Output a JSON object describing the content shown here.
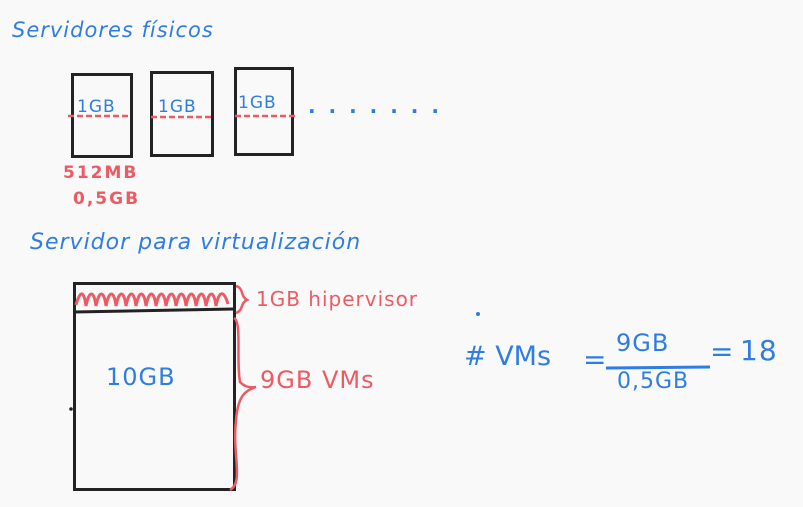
{
  "colors": {
    "ink_blue": "#2f7de1",
    "ink_red": "#ec5b64",
    "ink_black": "#232323",
    "background": "#f9f9f9"
  },
  "physical_servers": {
    "heading": "Servidores físicos",
    "box_labels": [
      "1GB",
      "1GB",
      "1GB"
    ],
    "ellipsis": ". . . . . . .",
    "used_memory": "512MB",
    "used_memory_gb": "0,5GB"
  },
  "virtualization_server": {
    "heading": "Servidor para virtualización",
    "total_label": "10GB",
    "hypervisor_label": "1GB hipervisor",
    "vms_label": "9GB VMs"
  },
  "formula": {
    "lhs": "# VMs",
    "equals_first": "=",
    "numerator": "9GB",
    "denominator": "0,5GB",
    "equals_second": "=",
    "result": "18"
  }
}
